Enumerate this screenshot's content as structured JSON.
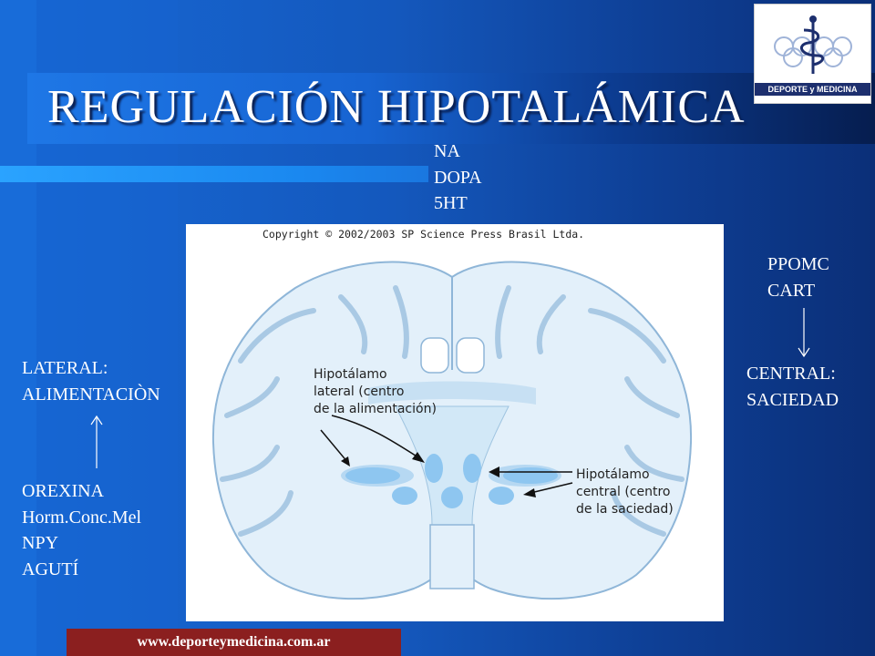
{
  "slide": {
    "title": "REGULACIÓN HIPOTALÁMICA",
    "logo_caption": "DEPORTE y MEDICINA",
    "footer_url": "www.deporteymedicina.com.ar"
  },
  "top_center": [
    "NA",
    "DOPA",
    "5HT"
  ],
  "right_top": [
    "PPOMC",
    "CART"
  ],
  "right_bottom": [
    "CENTRAL:",
    "SACIEDAD"
  ],
  "left_top": [
    "LATERAL:",
    "ALIMENTACIÒN"
  ],
  "left_bottom": [
    "OREXINA",
    "Horm.Conc.Mel",
    "NPY",
    "AGUTÍ"
  ],
  "figure": {
    "copyright": "Copyright © 2002/2003 SP Science Press Brasil Ltda.",
    "label_lateral": [
      "Hipotálamo",
      "lateral (centro",
      "de la alimentación)"
    ],
    "label_central": [
      "Hipotálamo",
      "central (centro",
      "de la saciedad)"
    ]
  },
  "colors": {
    "background": "#1458bd",
    "footer": "#8b1f1f",
    "brain_fill": "#d9ebf7",
    "brain_dark": "#a9d3f2"
  }
}
